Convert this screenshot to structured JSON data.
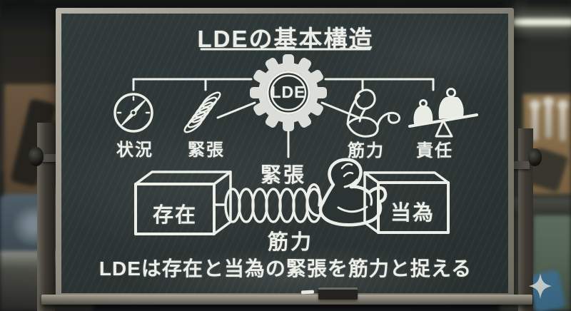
{
  "colors": {
    "board": "#2c3434",
    "chalk": "#eceee8",
    "frame_metal": "#9a968c",
    "pegboard_wood": "#8a7050",
    "workbench_green": "#5c6d5e",
    "tool_blue": "#3f6e8d"
  },
  "board": {
    "title": "LDEの基本構造",
    "gear_label": "LDE",
    "branches": [
      {
        "label": "状況",
        "icon": "compass-icon"
      },
      {
        "label": "緊張",
        "icon": "spring-icon"
      },
      {
        "label": "筋力",
        "icon": "bicep-icon"
      },
      {
        "label": "責任",
        "icon": "balance-icon"
      }
    ],
    "lower": {
      "left_box": "存在",
      "tension_label": "緊張",
      "strength_label": "筋力",
      "right_box": "当為"
    },
    "summary": "LDEは存在と当為の緊張を筋力と捉える"
  },
  "watermark": {
    "icon": "sparkle-icon"
  }
}
